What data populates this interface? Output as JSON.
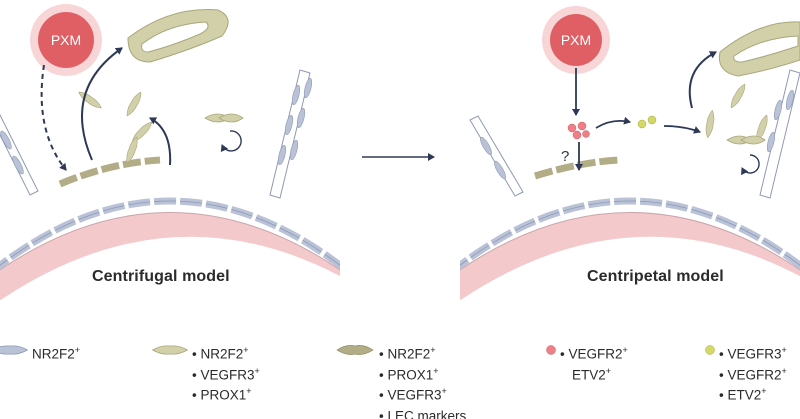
{
  "colors": {
    "pxm": "#df5f64",
    "pxm_glow": "#f3b4b6",
    "vessel": "#f4c9cc",
    "arrow": "#2e3a55",
    "vein_cell": "#b9c2d6",
    "tan_cell": "#d2d0a8",
    "lec_cell": "#b2ad86",
    "vegfr2_dot": "#ee7f86",
    "vegfr3_dot": "#d4d867"
  },
  "left_panel": {
    "title": "Centrifugal model",
    "pxm_label": "PXM"
  },
  "right_panel": {
    "title": "Centripetal model",
    "pxm_label": "PXM",
    "question_mark": "?"
  },
  "legend": [
    {
      "icon": "vein-cell-icon",
      "lines": [
        {
          "text": "NR2F2",
          "sup": "+"
        }
      ]
    },
    {
      "icon": "tan-cell-icon",
      "lines": [
        {
          "text": "• NR2F2",
          "sup": "+"
        },
        {
          "text": "• VEGFR3",
          "sup": "+"
        },
        {
          "text": "• PROX1",
          "sup": "+"
        }
      ]
    },
    {
      "icon": "lec-cell-icon",
      "lines": [
        {
          "text": "• NR2F2",
          "sup": "+"
        },
        {
          "text": "• PROX1",
          "sup": "+"
        },
        {
          "text": "• VEGFR3",
          "sup": "+"
        },
        {
          "text": "• LEC markers",
          "sup": ""
        }
      ]
    },
    {
      "icon": "red-dot-icon",
      "lines": [
        {
          "text": "• VEGFR2",
          "sup": "+"
        },
        {
          "text": "ETV2",
          "sup": "+"
        }
      ]
    },
    {
      "icon": "yellow-dot-icon",
      "lines": [
        {
          "text": "• VEGFR3",
          "sup": "+"
        },
        {
          "text": "• VEGFR2",
          "sup": "+"
        },
        {
          "text": "• ETV2",
          "sup": "+"
        }
      ]
    }
  ]
}
